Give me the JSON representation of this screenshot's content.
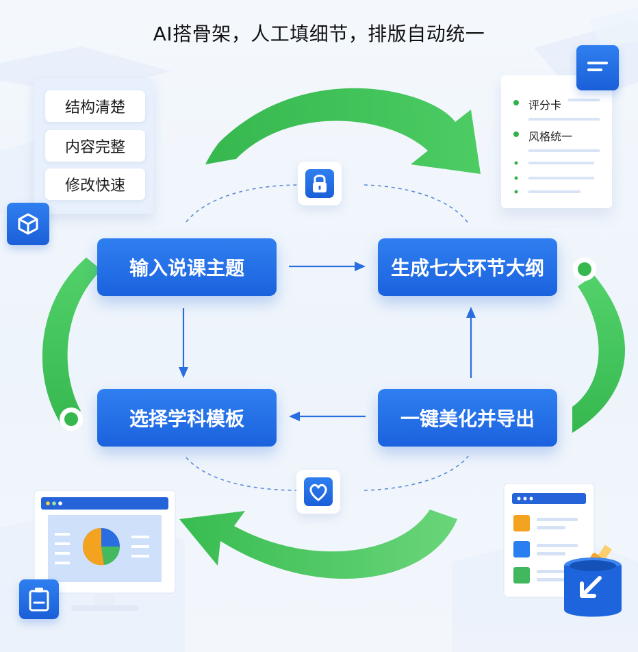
{
  "title": "AI搭骨架，人工填细节，排版自动统一",
  "steps": {
    "input_topic": "输入说课主题",
    "generate_outline": "生成七大环节大纲",
    "choose_template": "选择学科模板",
    "beautify_export": "一键美化并导出"
  },
  "tags": [
    "结构清楚",
    "内容完整",
    "修改快速"
  ],
  "score_card": {
    "item_1": "评分卡",
    "item_2": "风格统一"
  },
  "icons": {
    "top_center": "lock-icon",
    "bottom_center": "heart-icon",
    "left_tile": "cube-icon",
    "bottom_left_tile": "clipboard-icon",
    "top_right_tile": "document-icon",
    "bottom_right": "pen-holder-icon"
  },
  "colors": {
    "primary_blue": "#1e6ae3",
    "cycle_green": "#3cc35a",
    "accent_orange": "#f3a31f",
    "accent_green_square": "#41b75e"
  }
}
